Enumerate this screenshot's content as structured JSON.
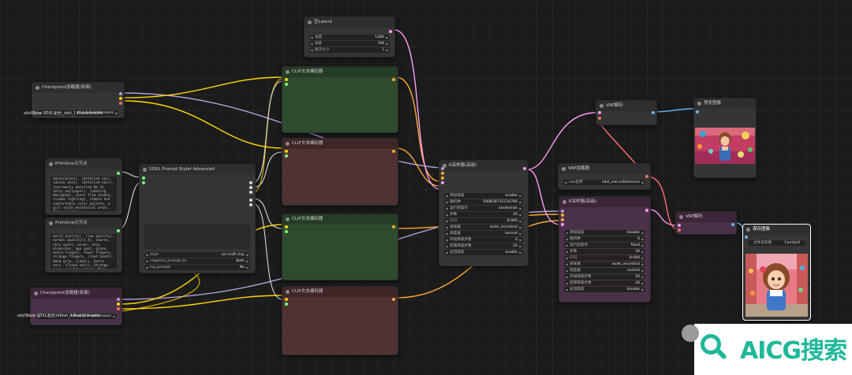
{
  "nodes": {
    "empty_latent": {
      "title": "空Latent",
      "widgets": [
        {
          "label": "宽度",
          "value": "1280"
        },
        {
          "label": "高度",
          "value": "768"
        },
        {
          "label": "批次大小",
          "value": "1"
        }
      ]
    },
    "ckpt_base": {
      "title": "Checkpoint加载器(简易)",
      "ckpt": "sdxl\\Base-SDXL混合\\_sdxl_1.0.safetensors",
      "ckpt_short": "sdxl_1.0.safetensors"
    },
    "ckpt_refiner": {
      "title": "Checkpoint加载器(简易)",
      "ckpt": "sdxl\\Base-SDXL混合\\refiner_1.0.safetensors",
      "ckpt_short": "refiner_1.0.safetensors"
    },
    "clip_text_1": {
      "title": "CLIP文本编码器"
    },
    "clip_text_2": {
      "title": "CLIP文本编码器"
    },
    "clip_text_3": {
      "title": "CLIP文本编码器"
    },
    "clip_text_4": {
      "title": "CLIP文本编码器"
    },
    "primitive_1": {
      "title": "Primitive元节点",
      "text": "masterpiece), (detailed eye), (white skin), (detailed hair), (extremely detailed 8k CG unity wallpaper), (amazing designed), (best film studio, cinema lighting), simple and comfortable color palette, a girl (with mechanical arms), thin, longness"
    },
    "primitive_2": {
      "title": "Primitive元节点",
      "text": "worst quality), (low quality), normal quality(1.4), lowres, skin spots, acnes, skin blemishes, age spot, glans, extra fingers, fewer fingers, strange fingers, ((bad hand)), Hand grip, (lean)), Extra ears, (Fused ears), Strange eyes, ((extra arms)), Many hands, (Many arms), ((outstanding)), cult"
    },
    "sdxl_styler": {
      "title": "SDXL Prompt Styler Advanced",
      "widgets": [
        {
          "label": "style",
          "value": "sai-craft clay"
        },
        {
          "label": "negative_prompt_to",
          "value": "Both"
        },
        {
          "label": "log_prompt",
          "value": "No"
        }
      ]
    },
    "ksampler_1": {
      "title": "K采样器(高级)",
      "widgets": [
        {
          "label": "添加噪波",
          "value": "enable"
        },
        {
          "label": "随机种",
          "value": "500839715116786"
        },
        {
          "label": "运行后操作",
          "value": "randomize"
        },
        {
          "label": "步数",
          "value": "30"
        },
        {
          "label": "CFG",
          "value": "8.000"
        },
        {
          "label": "采样器",
          "value": "euler_ancestral"
        },
        {
          "label": "调度器",
          "value": "normal"
        },
        {
          "label": "开始降噪步数",
          "value": "0"
        },
        {
          "label": "结束降噪步数",
          "value": "20"
        },
        {
          "label": "返回噪波",
          "value": "enable"
        }
      ]
    },
    "ksampler_2": {
      "title": "K采样器(高级)",
      "widgets": [
        {
          "label": "添加噪波",
          "value": "disable"
        },
        {
          "label": "随机种",
          "value": "0"
        },
        {
          "label": "运行后操作",
          "value": "fixed"
        },
        {
          "label": "步数",
          "value": "30"
        },
        {
          "label": "CFG",
          "value": "8.000"
        },
        {
          "label": "采样器",
          "value": "euler_ancestral"
        },
        {
          "label": "调度器",
          "value": "normal"
        },
        {
          "label": "开始降噪步数",
          "value": "20"
        },
        {
          "label": "结束降噪步数",
          "value": "30"
        },
        {
          "label": "返回噪波",
          "value": "disable"
        }
      ]
    },
    "vae_decode_1": {
      "title": "VAE解码"
    },
    "vae_decode_2": {
      "title": "VAE解码"
    },
    "vae_loader": {
      "title": "VAE加载器",
      "widget": {
        "label": "vae名称",
        "value": "sdxl_vae.safetensors"
      }
    },
    "preview_image": {
      "title": "预览图像"
    },
    "save_image": {
      "title": "保存图像",
      "widget": {
        "label": "文件名前缀",
        "value": "ComfyUI"
      }
    }
  },
  "watermark": {
    "text": "AICG搜索"
  },
  "colors": {
    "model": "#b39ddb",
    "clip": "#ffd500",
    "vae": "#ff6e6e",
    "conditioning": "#ffa931",
    "latent": "#ff9cf9",
    "image": "#64b5f6",
    "string": "#77ff77",
    "accent": "#1fb89a"
  }
}
